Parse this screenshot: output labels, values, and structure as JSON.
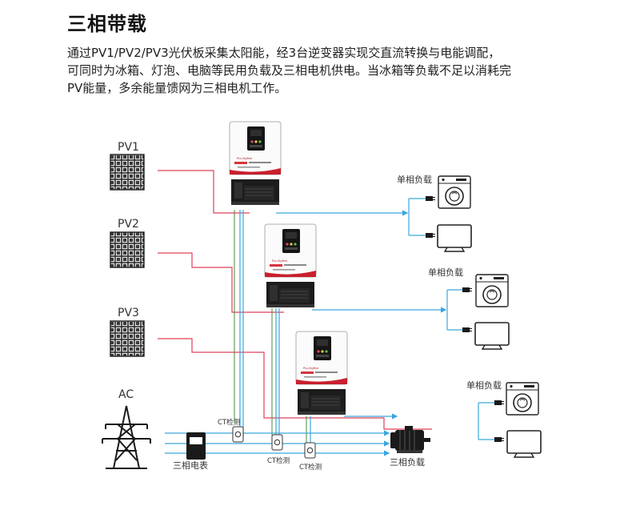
{
  "title": "三相带载",
  "description": [
    "通过PV1/PV2/PV3光伏板采集太阳能，经3台逆变器实现交直流转换与电能调配，",
    "可同时为冰箱、灯泡、电脑等民用负载及三相电机供电。当冰箱等负载不足以消耗完",
    "PV能量，多余能量馈网为三相电机工作。"
  ],
  "diagram": {
    "pv_labels": [
      "PV1",
      "PV2",
      "PV3"
    ],
    "ac_label": "AC",
    "meter_label": "三相电表",
    "ct_labels": [
      "CT检测",
      "CT检测",
      "CT检测"
    ],
    "single_phase_load_labels": [
      "单相负载",
      "单相负载",
      "单相负载"
    ],
    "three_phase_load_label": "三相负载",
    "inverter_brand": "Pro-Sigfine",
    "colors": {
      "pv_line": "#e0405a",
      "ac_line": "#3aa6dc",
      "ct_line": "#4a8a3a"
    }
  }
}
